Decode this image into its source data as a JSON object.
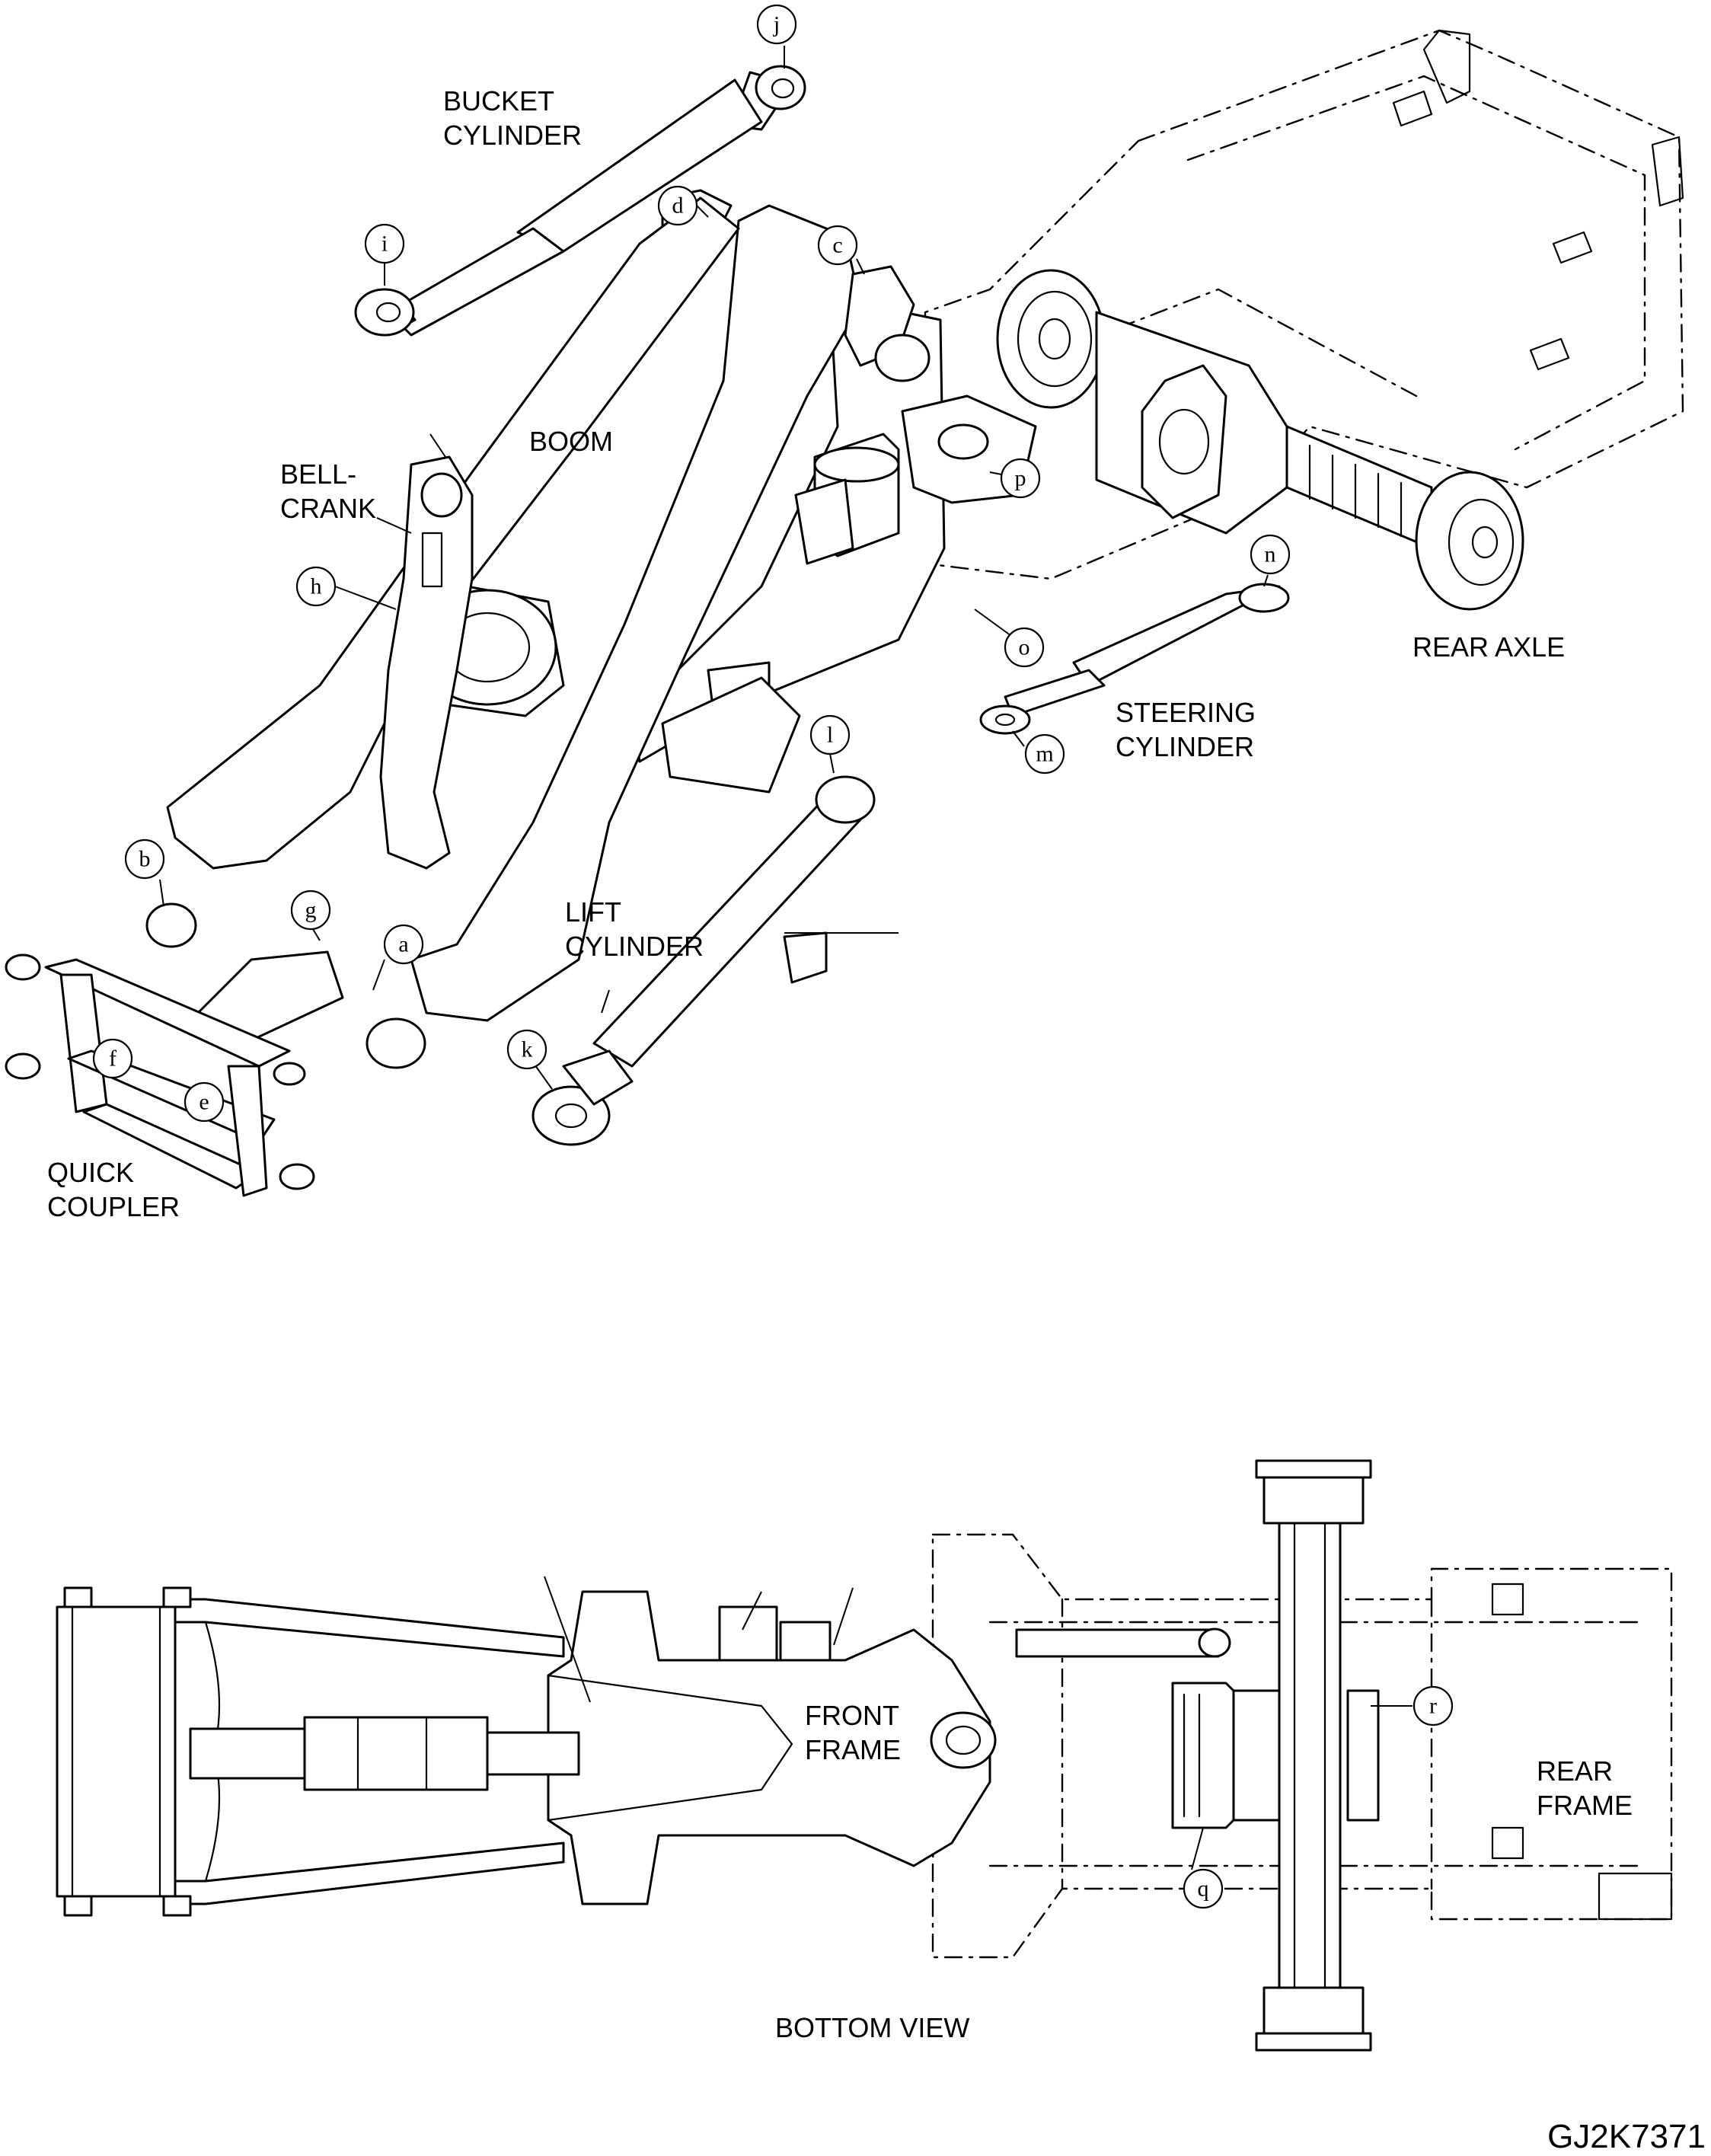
{
  "labels": {
    "bucket_cylinder_1": "BUCKET",
    "bucket_cylinder_2": "CYLINDER",
    "boom": "BOOM",
    "bellcrank_1": "BELL-",
    "bellcrank_2": "CRANK",
    "rear_axle": "REAR AXLE",
    "steering_cylinder_1": "STEERING",
    "steering_cylinder_2": "CYLINDER",
    "lift_cylinder_1": "LIFT",
    "lift_cylinder_2": "CYLINDER",
    "quick_coupler_1": "QUICK",
    "quick_coupler_2": "COUPLER",
    "front_frame_1": "FRONT",
    "front_frame_2": "FRAME",
    "rear_frame_1": "REAR",
    "rear_frame_2": "FRAME",
    "bottom_view": "BOTTOM VIEW"
  },
  "callouts": {
    "a": "a",
    "b": "b",
    "c": "c",
    "d": "d",
    "e": "e",
    "f": "f",
    "g": "g",
    "h": "h",
    "i": "i",
    "j": "j",
    "k": "k",
    "l": "l",
    "m": "m",
    "n": "n",
    "o": "o",
    "p": "p",
    "q": "q",
    "r": "r"
  },
  "figure_code": "GJ2K7371"
}
